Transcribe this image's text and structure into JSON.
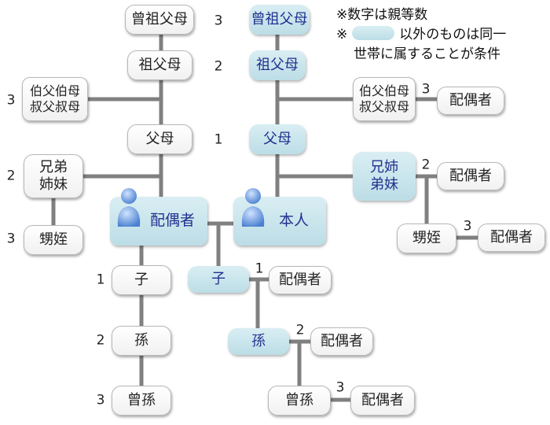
{
  "notes": {
    "line1": "※数字は親等数",
    "line2_prefix": "※",
    "line2_rest": "以外のものは同一",
    "line3": "世帯に属することが条件"
  },
  "colors": {
    "highlight": "#c7e5ec",
    "highlight_text": "#22318f",
    "line": "#808080"
  },
  "nodes": {
    "great_grandparents_spouse": "曾祖父母",
    "great_grandparents_self": "曾祖父母",
    "grandparents_spouse": "祖父母",
    "grandparents_self": "祖父母",
    "uncles_aunts_spouse": "伯父伯母\n叔父叔母",
    "uncles_aunts_self": "伯父伯母\n叔父叔母",
    "uncles_aunts_self_partner": "配偶者",
    "parents_spouse": "父母",
    "parents_self": "父母",
    "siblings_spouse": "兄弟\n姉妹",
    "siblings_self": "兄姉\n弟妹",
    "siblings_self_partner": "配偶者",
    "nephews_spouse": "甥姪",
    "nephews_self": "甥姪",
    "nephews_self_partner": "配偶者",
    "spouse": "配偶者",
    "self": "本人",
    "child_spouse_side": "子",
    "child_hl": "子",
    "child_partner": "配偶者",
    "grandchild": "孫",
    "grandchild_hl": "孫",
    "grandchild_partner": "配偶者",
    "great_grandchild": "曾孫",
    "great_grandchild_self": "曾孫",
    "great_grandchild_partner": "配偶者"
  },
  "degrees": {
    "great_grandparents": "3",
    "grandparents": "2",
    "parents": "1",
    "uncles_aunts_spouse": "3",
    "uncles_aunts_self_partner": "3",
    "siblings_spouse": "2",
    "nephews_spouse": "3",
    "siblings_self_partner": "2",
    "nephews_self_partner": "3",
    "child_spouse_side": "1",
    "grandchild": "2",
    "great_grandchild": "3",
    "child_partner": "1",
    "grandchild_partner": "2",
    "great_grandchild_partner": "3"
  }
}
